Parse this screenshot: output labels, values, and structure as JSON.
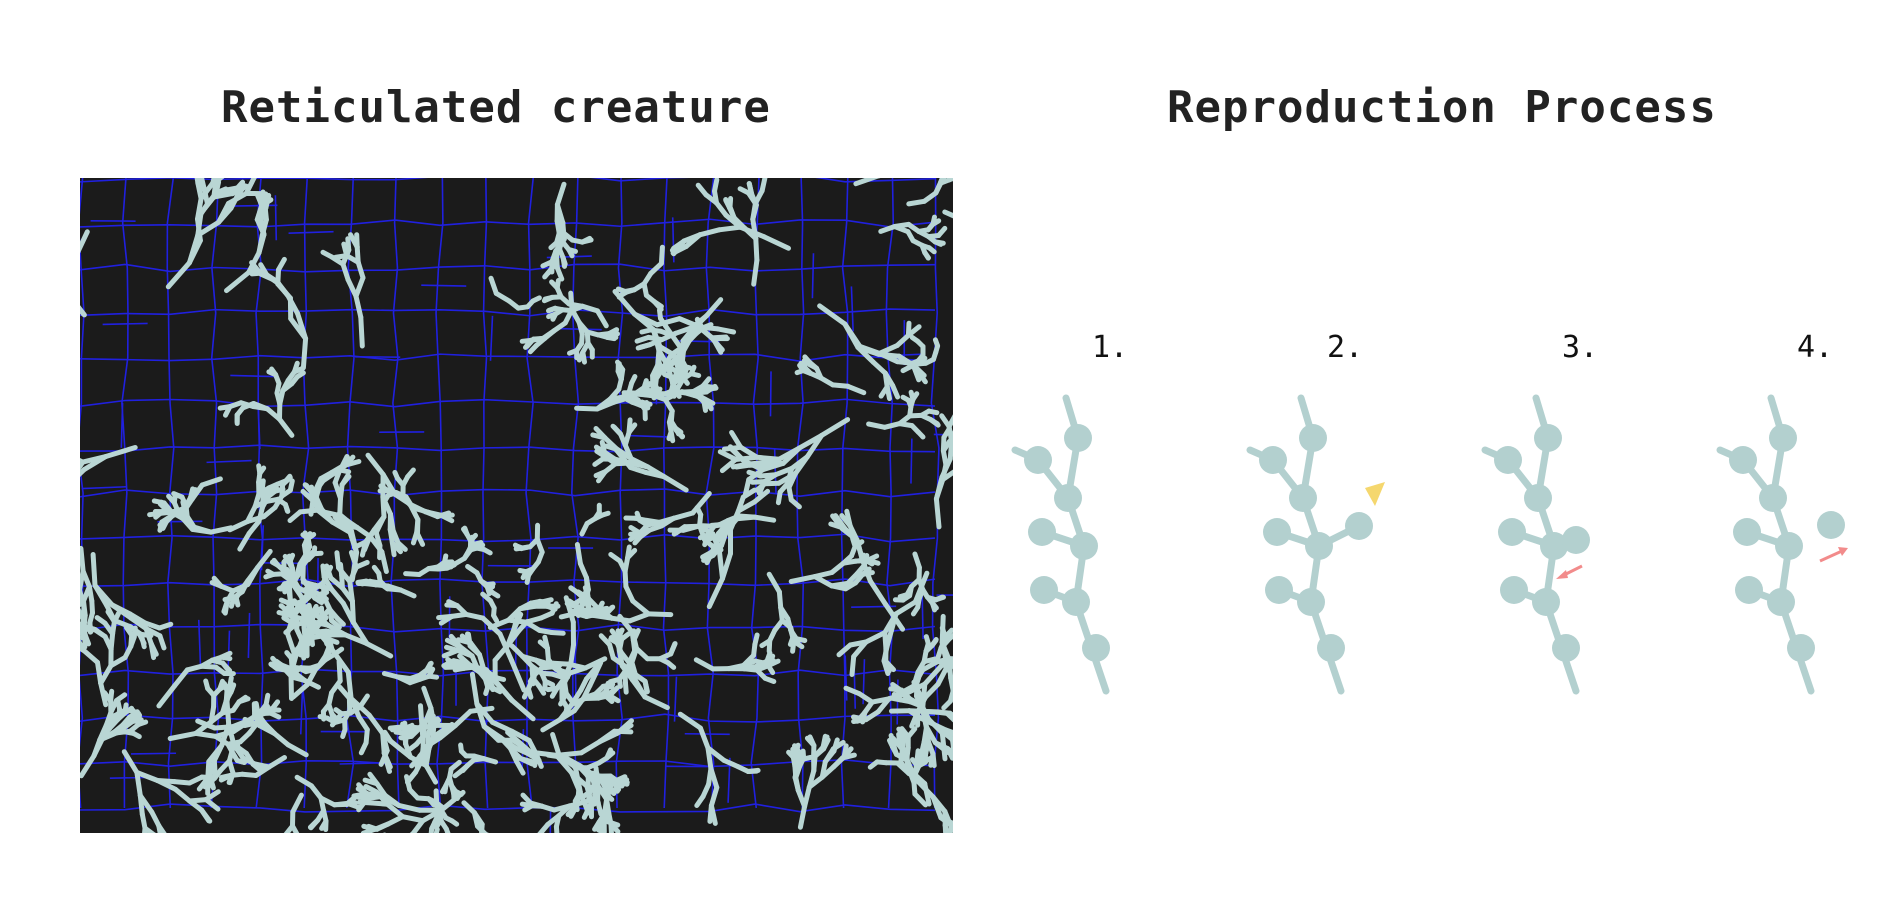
{
  "left_panel": {
    "title": "Reticulated creature",
    "background_color": "#1b1b1b",
    "grid_color": "#2020e0",
    "filament_color": "#b9d6d4"
  },
  "right_panel": {
    "title": "Reproduction Process",
    "body_color": "#b3d0cf",
    "steps": [
      {
        "label": "1."
      },
      {
        "label": "2.",
        "marker": "yellow-triangle",
        "marker_color": "#f5d76e"
      },
      {
        "label": "3.",
        "marker": "arrow-in",
        "marker_color": "#f28b8b"
      },
      {
        "label": "4.",
        "marker": "arrow-out",
        "marker_color": "#f28b8b"
      }
    ]
  }
}
